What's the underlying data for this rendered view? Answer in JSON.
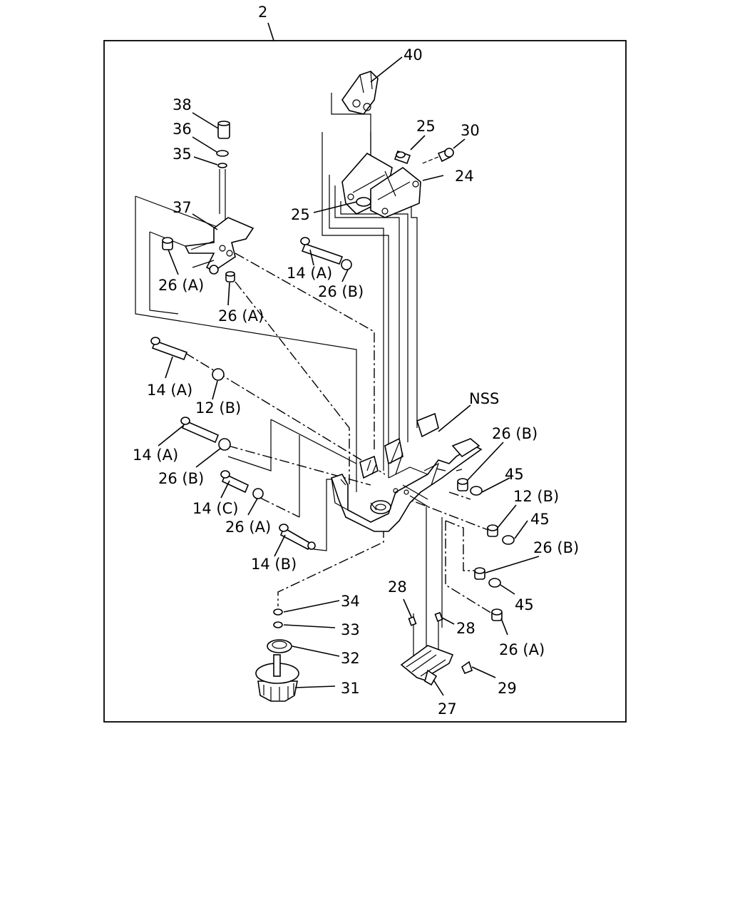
{
  "diagram": {
    "callouts": {
      "c2": "2",
      "c40": "40",
      "c38": "38",
      "c36": "36",
      "c35": "35",
      "c25a": "25",
      "c30": "30",
      "c24": "24",
      "c25b": "25",
      "c37": "37",
      "c14a1": "14 (A)",
      "c26a1": "26 (A)",
      "c26b1": "26 (B)",
      "c26a2": "26 (A)",
      "c14a2": "14 (A)",
      "c12b1": "12 (B)",
      "cnss": "NSS",
      "c26b2": "26 (B)",
      "c14a3": "14 (A)",
      "c26b3": "26 (B)",
      "c45a": "45",
      "c12b2": "12 (B)",
      "c14c": "14 (C)",
      "c26a3": "26 (A)",
      "c45b": "45",
      "c26b4": "26 (B)",
      "c14b": "14 (B)",
      "c34": "34",
      "c28a": "28",
      "c45c": "45",
      "c33": "33",
      "c28b": "28",
      "c26a4": "26 (A)",
      "c32": "32",
      "c31": "31",
      "c29": "29",
      "c27": "27"
    }
  }
}
